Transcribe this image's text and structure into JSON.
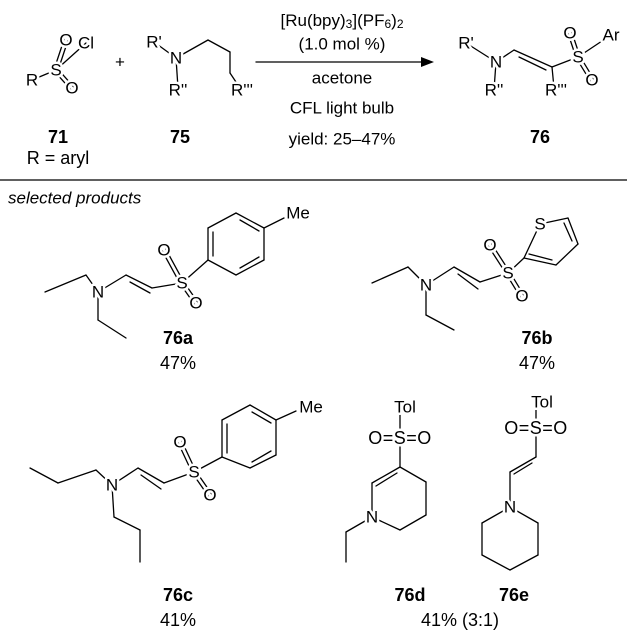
{
  "reaction": {
    "catalyst": {
      "p1": "[Ru(bpy)",
      "s1": "3",
      "p2": "](PF",
      "s2": "6",
      "p3": ")",
      "s3": "2"
    },
    "loading": "(1.0 mol %)",
    "solvent": "acetone",
    "light": "CFL light bulb",
    "yield": "yield: 25–47%",
    "plus": "+"
  },
  "compounds": {
    "sulfonyl_chloride": {
      "label": "71",
      "note": "R = aryl"
    },
    "amine": {
      "label": "75"
    },
    "product": {
      "label": "76"
    }
  },
  "atoms": {
    "O": "O",
    "S": "S",
    "Cl": "Cl",
    "R": "R",
    "N": "N",
    "R1": "R'",
    "R2": "R''",
    "R3": "R'''",
    "Ar": "Ar",
    "Me": "Me",
    "Tol": "Tol",
    "O_S_O": "O=S=O"
  },
  "section_title": "selected products",
  "products": [
    {
      "label": "76a",
      "yield": "47%"
    },
    {
      "label": "76b",
      "yield": "47%"
    },
    {
      "label": "76c",
      "yield": "41%"
    },
    {
      "label": "76d"
    },
    {
      "label": "76e"
    }
  ],
  "products_de_yield": "41% (3:1)"
}
